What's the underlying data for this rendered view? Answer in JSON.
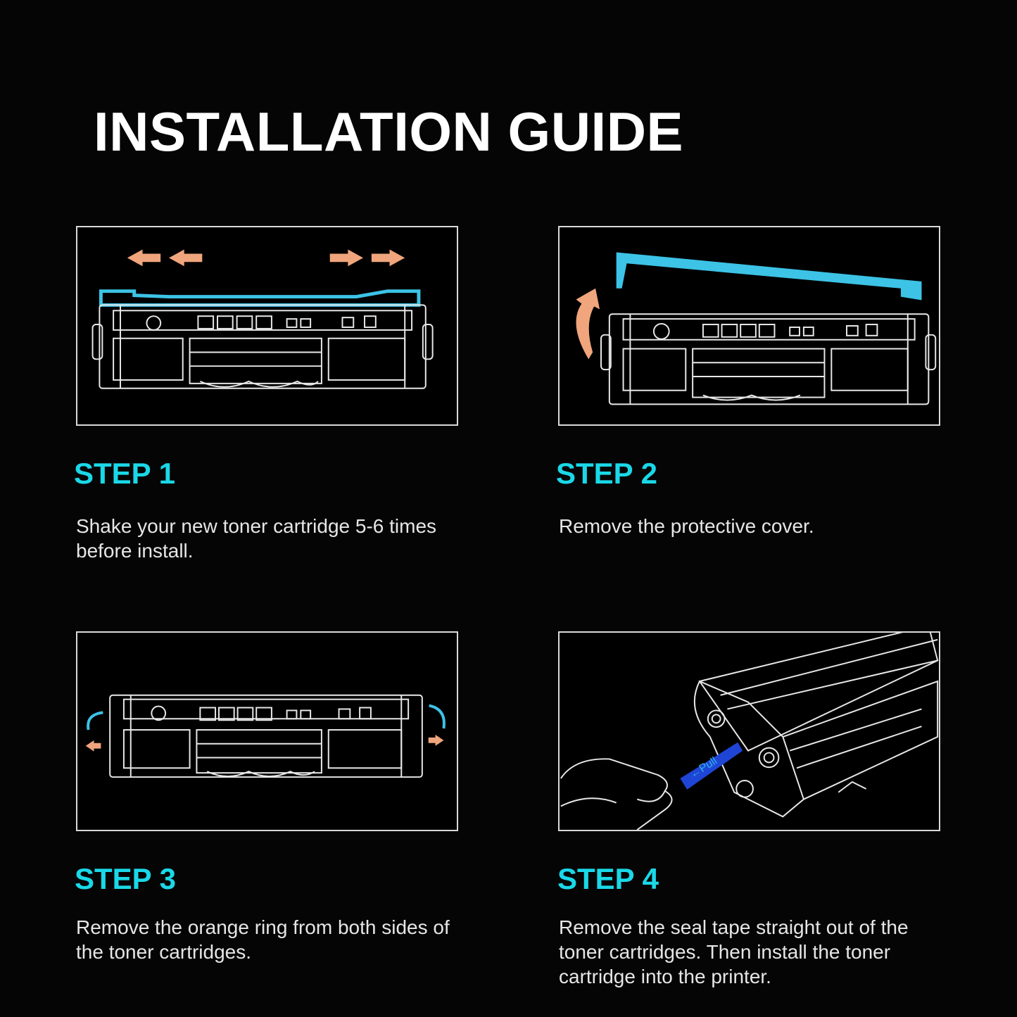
{
  "title": "INSTALLATION GUIDE",
  "colors": {
    "background": "#050505",
    "accent": "#1ad8e8",
    "arrow": "#f0a57c",
    "cover": "#3cc3e6",
    "tape": "#1f45d6"
  },
  "steps": [
    {
      "heading": "STEP 1",
      "text": "Shake your new toner cartridge 5-6 times before install.",
      "icon": "shake-cartridge-illustration"
    },
    {
      "heading": "STEP 2",
      "text": "Remove the protective cover.",
      "icon": "remove-cover-illustration"
    },
    {
      "heading": "STEP 3",
      "text": "Remove the orange ring from both sides of the toner cartridges.",
      "icon": "remove-ring-illustration"
    },
    {
      "heading": "STEP 4",
      "text": "Remove the seal tape straight out of the toner cartridges. Then install the toner cartridge into the printer.",
      "icon": "pull-seal-tape-illustration",
      "tape_label": "←Pull"
    }
  ]
}
